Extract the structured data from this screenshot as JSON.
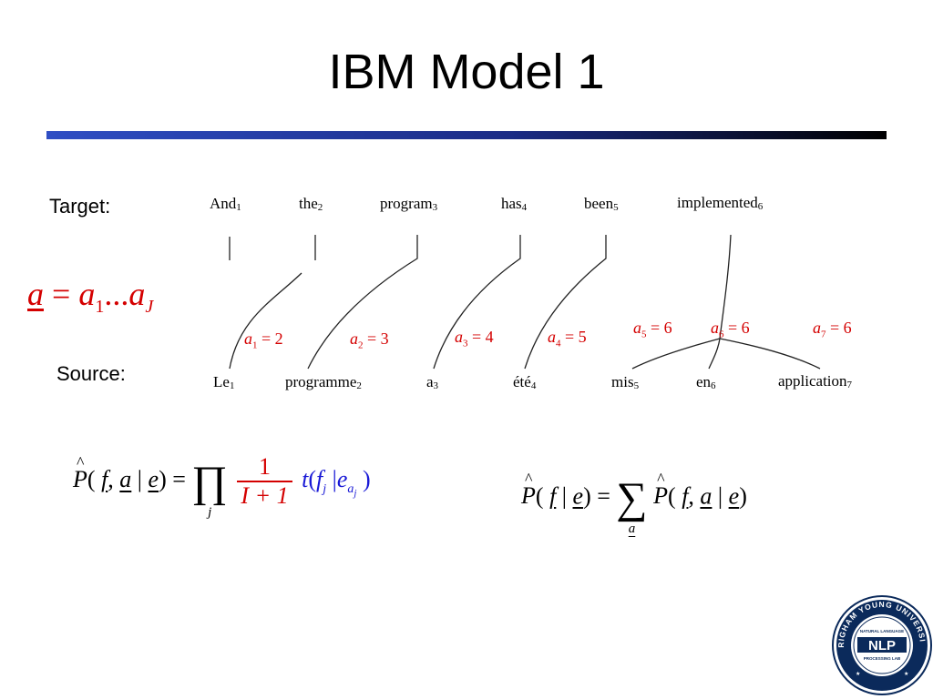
{
  "slide": {
    "title": "IBM Model 1"
  },
  "labels": {
    "target": "Target:",
    "source": "Source:"
  },
  "alignment_vector": {
    "lhs": "a",
    "eq": "=",
    "a1": "a",
    "sub1": "1",
    "dots": "...",
    "aJ": "a",
    "subJ": "J"
  },
  "target_words": [
    {
      "word": "And",
      "sub": "1"
    },
    {
      "word": "the",
      "sub": "2"
    },
    {
      "word": "program",
      "sub": "3"
    },
    {
      "word": "has",
      "sub": "4"
    },
    {
      "word": "been",
      "sub": "5"
    },
    {
      "word": "implemented",
      "sub": "6"
    }
  ],
  "source_words": [
    {
      "word": "Le",
      "sub": "1"
    },
    {
      "word": "programme",
      "sub": "2"
    },
    {
      "word": "a",
      "sub": "3"
    },
    {
      "word": "été",
      "sub": "4"
    },
    {
      "word": "mis",
      "sub": "5"
    },
    {
      "word": "en",
      "sub": "6"
    },
    {
      "word": "application",
      "sub": "7"
    }
  ],
  "alignments": [
    {
      "var": "a",
      "sub": "1",
      "value": "2"
    },
    {
      "var": "a",
      "sub": "2",
      "value": "3"
    },
    {
      "var": "a",
      "sub": "3",
      "value": "4"
    },
    {
      "var": "a",
      "sub": "4",
      "value": "5"
    },
    {
      "var": "a",
      "sub": "5",
      "value": "6"
    },
    {
      "var": "a",
      "sub": "6",
      "value": "6"
    },
    {
      "var": "a",
      "sub": "7",
      "value": "6"
    }
  ],
  "formula_left": {
    "P": "P",
    "open": "(",
    "f": "f",
    "comma": ",",
    "a": "a",
    "bar": "|",
    "e": "e",
    "close": ")",
    "eq": "=",
    "prod": "∏",
    "prod_sub": "j",
    "num": "1",
    "den": "I + 1",
    "t": "t",
    "t_open": "(",
    "t_f": "f",
    "t_f_sub": "j",
    "t_bar": "|",
    "t_e": "e",
    "t_e_sub": "a",
    "t_e_subsub": "j",
    "t_close": ")"
  },
  "formula_right": {
    "P": "P",
    "open": "(",
    "f": "f",
    "bar": "|",
    "e": "e",
    "close": ")",
    "eq": "=",
    "sum": "∑",
    "sum_sub": "a",
    "P2": "P",
    "open2": "(",
    "f2": "f",
    "comma": ",",
    "a2": "a",
    "bar2": "|",
    "e2": "e",
    "close2": ")"
  },
  "logo": {
    "ring_text": "BRIGHAM YOUNG UNIVERSITY",
    "top_text": "NATURAL LANGUAGE",
    "center_text": "NLP",
    "bottom_text": "PROCESSING LAB",
    "colors": {
      "navy": "#0b2a5b",
      "white": "#ffffff"
    }
  },
  "colors": {
    "accent_red": "#d40000",
    "formula_blue": "#1a1ad6",
    "rule_blue": "#2f4ec4"
  }
}
